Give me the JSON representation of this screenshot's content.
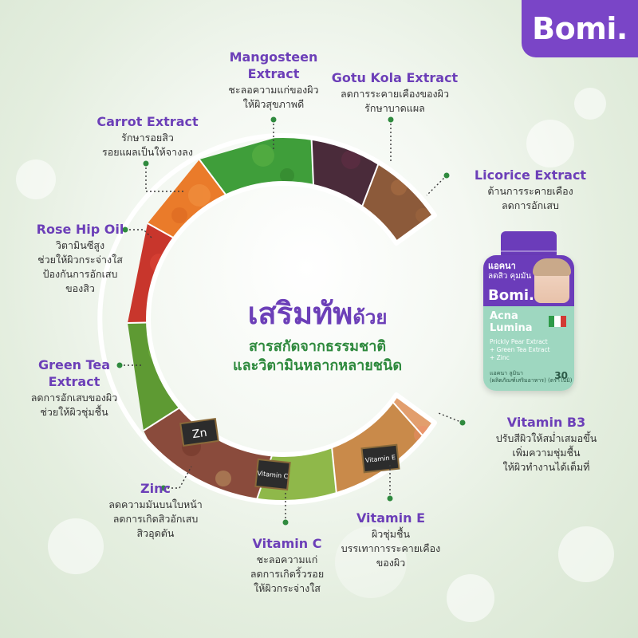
{
  "brand": {
    "name": "Bomi."
  },
  "headline": {
    "big": "เสริมทัพ",
    "small": "ด้วย",
    "line2": "สารสกัดจากธรรมชาติ",
    "line3": "และวิตามินหลากหลายชนิด"
  },
  "ingredients": {
    "mangosteen": {
      "title": [
        "Mangosteen",
        "Extract"
      ],
      "desc": [
        "ชะลอความแก่ของผิว",
        "ให้ผิวสุขภาพดี"
      ]
    },
    "gotu_kola": {
      "title": [
        "Gotu Kola Extract"
      ],
      "desc": [
        "ลดการระคายเคืองของผิว",
        "รักษาบาดแผล"
      ]
    },
    "carrot": {
      "title": [
        "Carrot Extract"
      ],
      "desc": [
        "รักษารอยสิว",
        "รอยแผลเป็นให้จางลง"
      ]
    },
    "licorice": {
      "title": [
        "Licorice Extract"
      ],
      "desc": [
        "ต้านการระคายเคือง",
        "ลดการอักเสบ"
      ]
    },
    "rose_hip": {
      "title": [
        "Rose Hip Oil"
      ],
      "desc": [
        "วิตามินซีสูง",
        "ช่วยให้ผิวกระจ่างใส",
        "ป้องกันการอักเสบ",
        "ของสิว"
      ]
    },
    "green_tea": {
      "title": [
        "Green Tea",
        "Extract"
      ],
      "desc": [
        "ลดการอักเสบของผิว",
        "ช่วยให้ผิวชุ่มชื้น"
      ]
    },
    "vitamin_b3": {
      "title": [
        "Vitamin B3"
      ],
      "desc": [
        "ปรับสีผิวให้สม่ำเสมอขึ้น",
        "เพิ่มความชุ่มชื้น",
        "ให้ผิวทำงานได้เต็มที่"
      ]
    },
    "zinc": {
      "title": [
        "Zinc"
      ],
      "desc": [
        "ลดความมันบนใบหน้า",
        "ลดการเกิดสิวอักเสบ",
        "สิวอุดตัน"
      ]
    },
    "vitamin_e": {
      "title": [
        "Vitamin E"
      ],
      "desc": [
        "ผิวชุ่มชื้น",
        "บรรเทาการระคายเคือง",
        "ของผิว"
      ]
    },
    "vitamin_c": {
      "title": [
        "Vitamin C"
      ],
      "desc": [
        "ชะลอความแก่",
        "ลดการเกิดริ้วรอย",
        "ให้ผิวกระจ่างใส"
      ]
    }
  },
  "ring_labels": {
    "zn": "Zn",
    "vitamin_c": "Vitamin C",
    "vitamin_e": "Vitamin E"
  },
  "product": {
    "band_line1": "แอคนา",
    "band_line2": "ลดสิว คุมมัน",
    "brand": "Bomi.",
    "name_line1": "Acna",
    "name_line2": "Lumina",
    "ingredients_line1": "Prickly Pear Extract",
    "ingredients_line2": "+ Green Tea Extract",
    "ingredients_line3": "+ Zinc",
    "foot_line1": "แอคนา ลูมินา",
    "foot_line2": "(ผลิตภัณฑ์เสริมอาหาร) (ตราโบมิ)",
    "count": "30"
  },
  "colors": {
    "brand_purple": "#7a45c7",
    "title_purple": "#6c3fb8",
    "accent_green": "#2f8a3e"
  }
}
